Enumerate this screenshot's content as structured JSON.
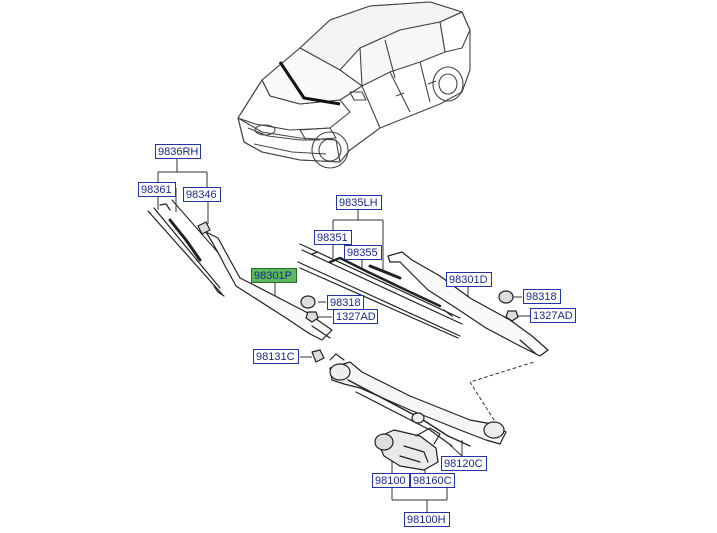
{
  "labels": {
    "l9836RH": "9836RH",
    "l98361": "98361",
    "l98346": "98346",
    "l9835LH": "9835LH",
    "l98351": "98351",
    "l98355": "98355",
    "l98301P": "98301P",
    "l98318a": "98318",
    "l1327ADa": "1327AD",
    "l98301D": "98301D",
    "l98318b": "98318",
    "l1327ADb": "1327AD",
    "l98131C": "98131C",
    "l98120C": "98120C",
    "l98100": "98100",
    "l98160C": "98160C",
    "l98100H": "98100H"
  },
  "colors": {
    "label_border": "#2233aa",
    "label_text": "#1a2a8c",
    "selected_fill": "#5cb85c",
    "line": "#333333"
  }
}
